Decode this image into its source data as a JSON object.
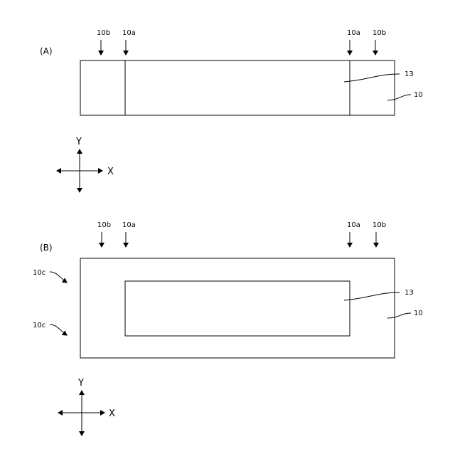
{
  "figure": {
    "panel_a": {
      "label": "(A)",
      "callouts": {
        "left_outer": "10b",
        "left_inner": "10a",
        "right_inner": "10a",
        "right_outer": "10b"
      },
      "ref_13": "13",
      "ref_10": "10",
      "axes": {
        "y": "Y",
        "x": "X"
      }
    },
    "panel_b": {
      "label": "(B)",
      "callouts": {
        "left_outer": "10b",
        "left_inner": "10a",
        "right_inner": "10a",
        "right_outer": "10b"
      },
      "side_upper": "10c",
      "side_lower": "10c",
      "ref_13": "13",
      "ref_10": "10",
      "axes": {
        "y": "Y",
        "x": "X"
      }
    }
  }
}
